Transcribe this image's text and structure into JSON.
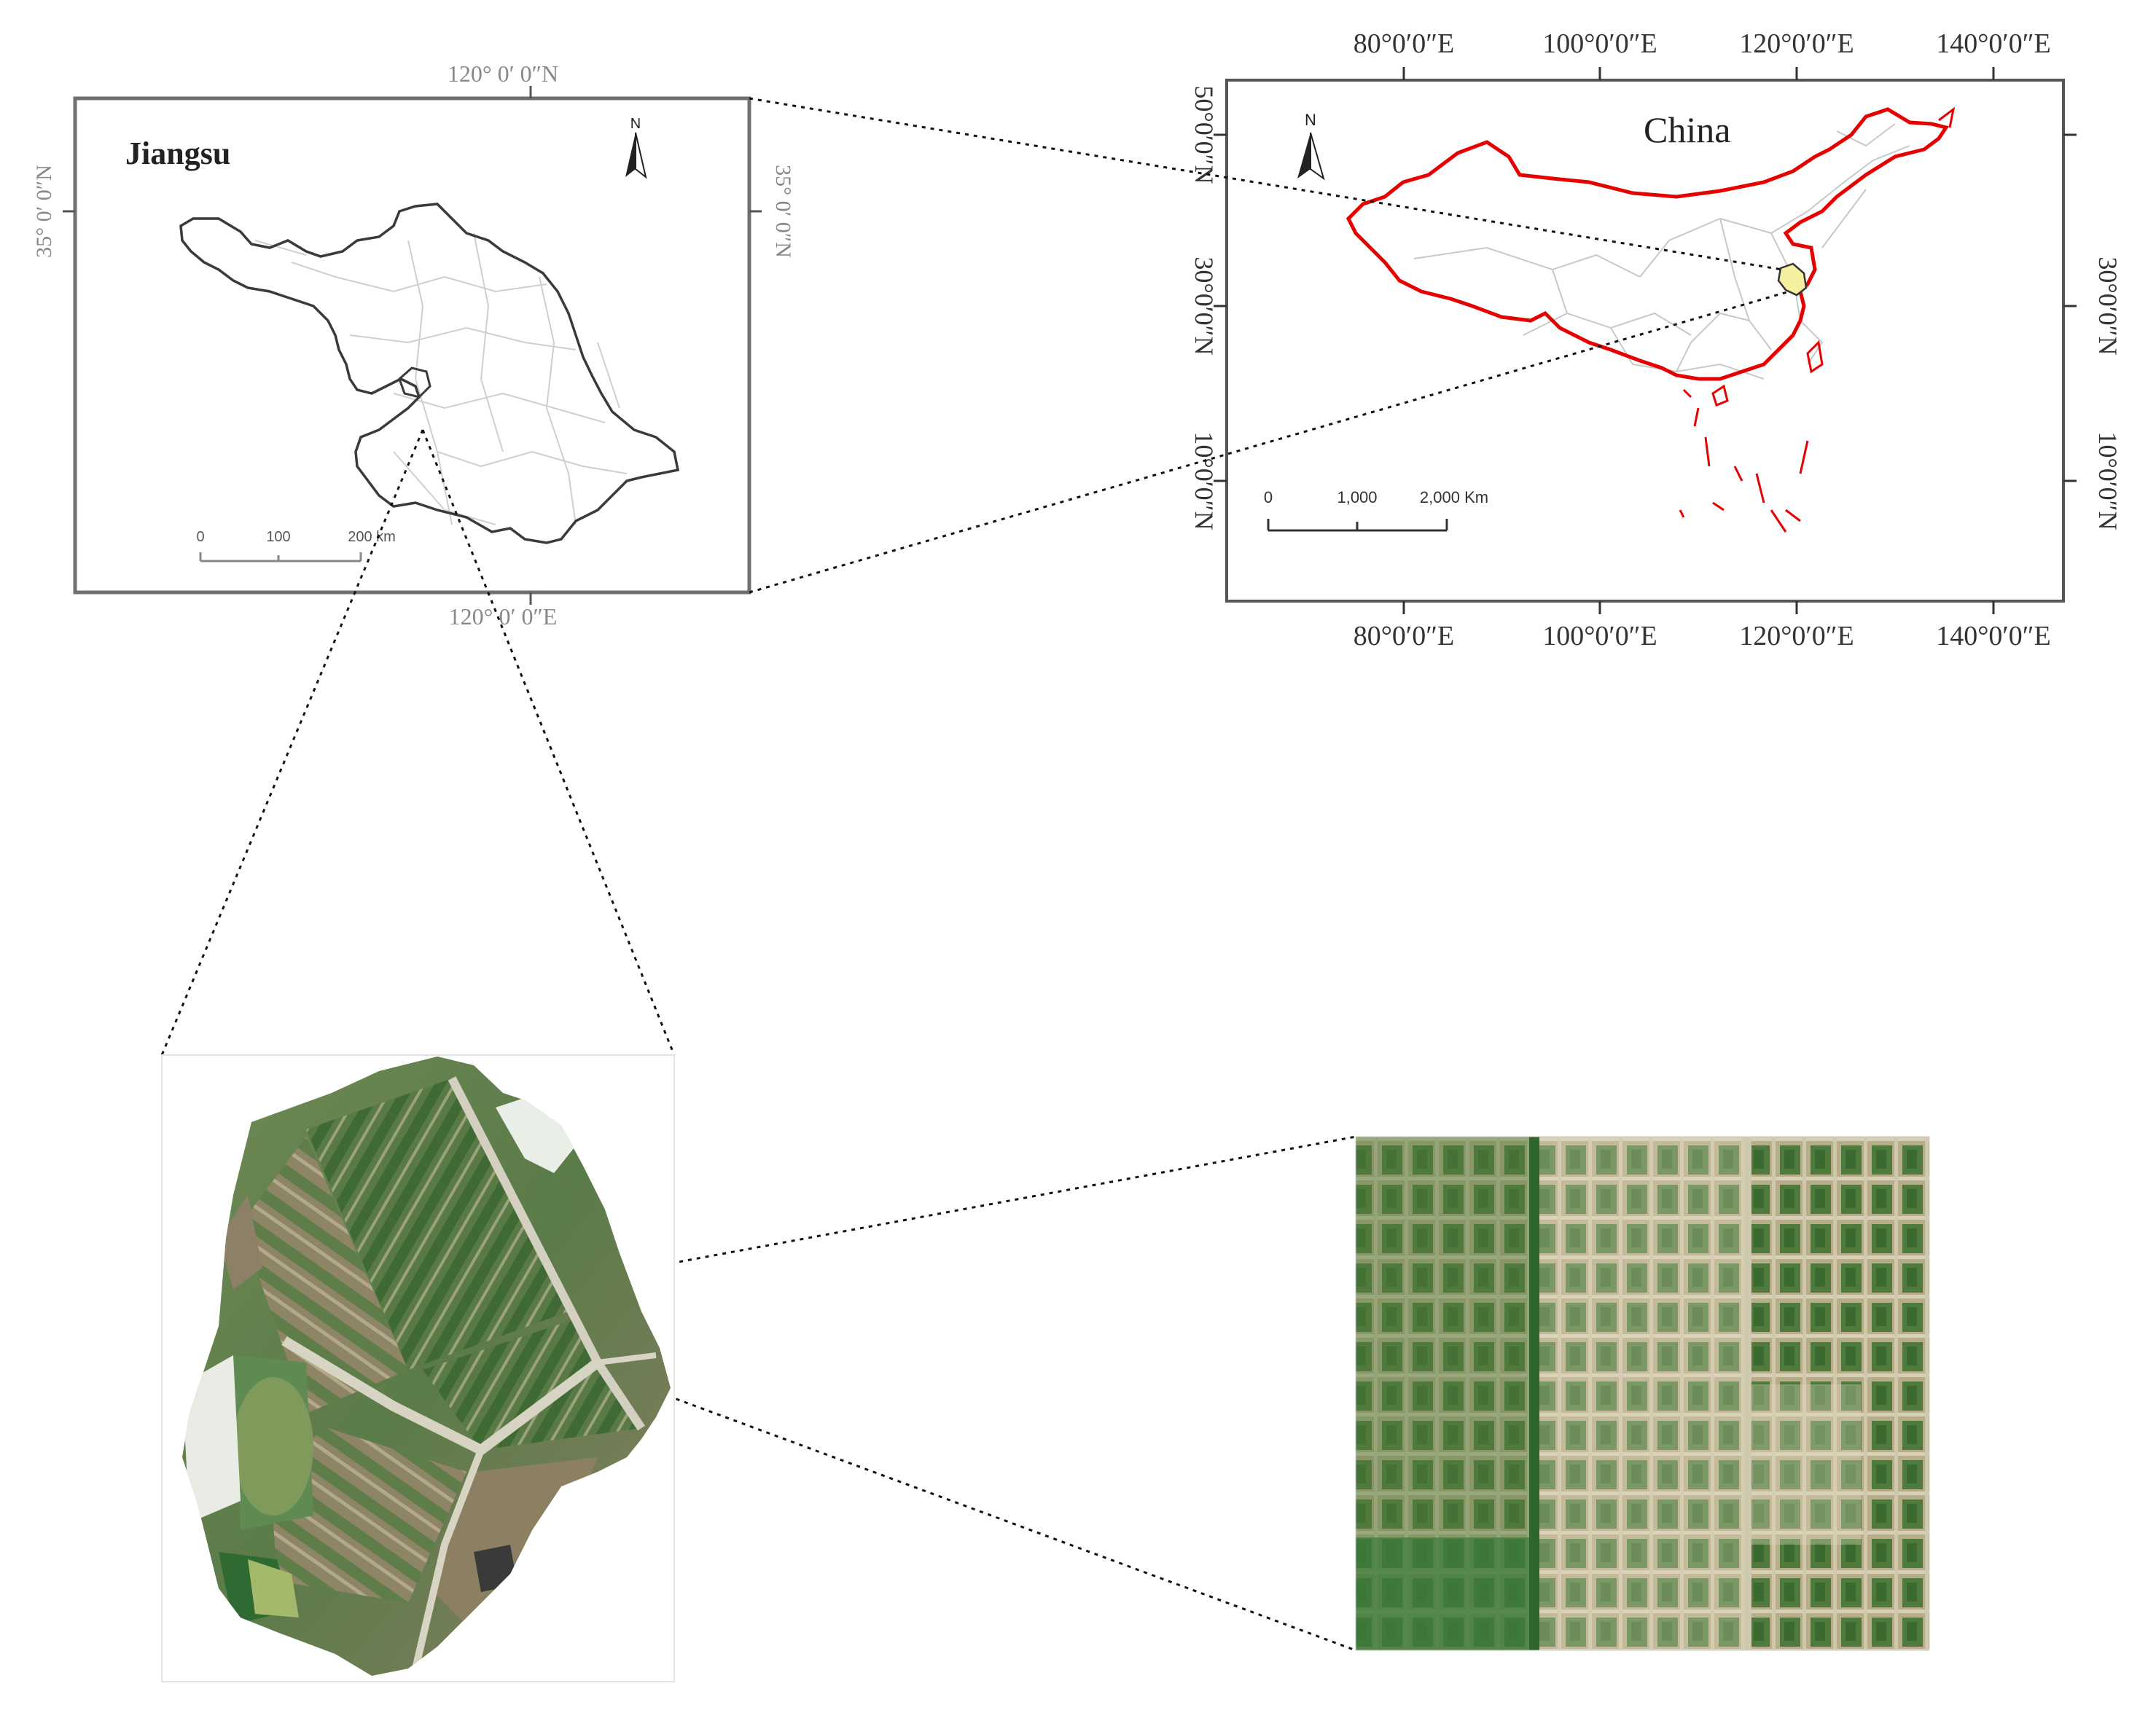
{
  "jiangsu_map": {
    "title": "Jiangsu",
    "top_label": "120° 0′ 0″N",
    "bottom_label": "120° 0′ 0″E",
    "left_label": "35° 0′ 0″N",
    "right_label": "35° 0′ 0″N",
    "north_letter": "N",
    "scale_labels": [
      "0",
      "100",
      "200 km"
    ],
    "colors": {
      "frame": "#707070",
      "outline": "#3a3a3a",
      "counties": "#c8c8c8"
    }
  },
  "china_map": {
    "title": "China",
    "top_ticks": [
      "80°0′0″E",
      "100°0′0″E",
      "120°0′0″E",
      "140°0′0″E"
    ],
    "bottom_ticks": [
      "80°0′0″E",
      "100°0′0″E",
      "120°0′0″E",
      "140°0′0″E"
    ],
    "left_ticks": [
      "50°0′0″N",
      "30°0′0″N",
      "10°0′0″N"
    ],
    "right_ticks": [
      "30°0′0″N",
      "10°0′0″N"
    ],
    "north_letter": "N",
    "scale_labels": [
      "0",
      "1,000",
      "2,000 Km"
    ],
    "colors": {
      "border": "#e60000",
      "provinces": "#c8c8c8",
      "highlight": "#f5f0a0"
    }
  },
  "orthomosaic": {
    "description_icon": "aerial-field-photo"
  },
  "zoom_photo": {
    "description_icon": "crop-plots-photo"
  }
}
